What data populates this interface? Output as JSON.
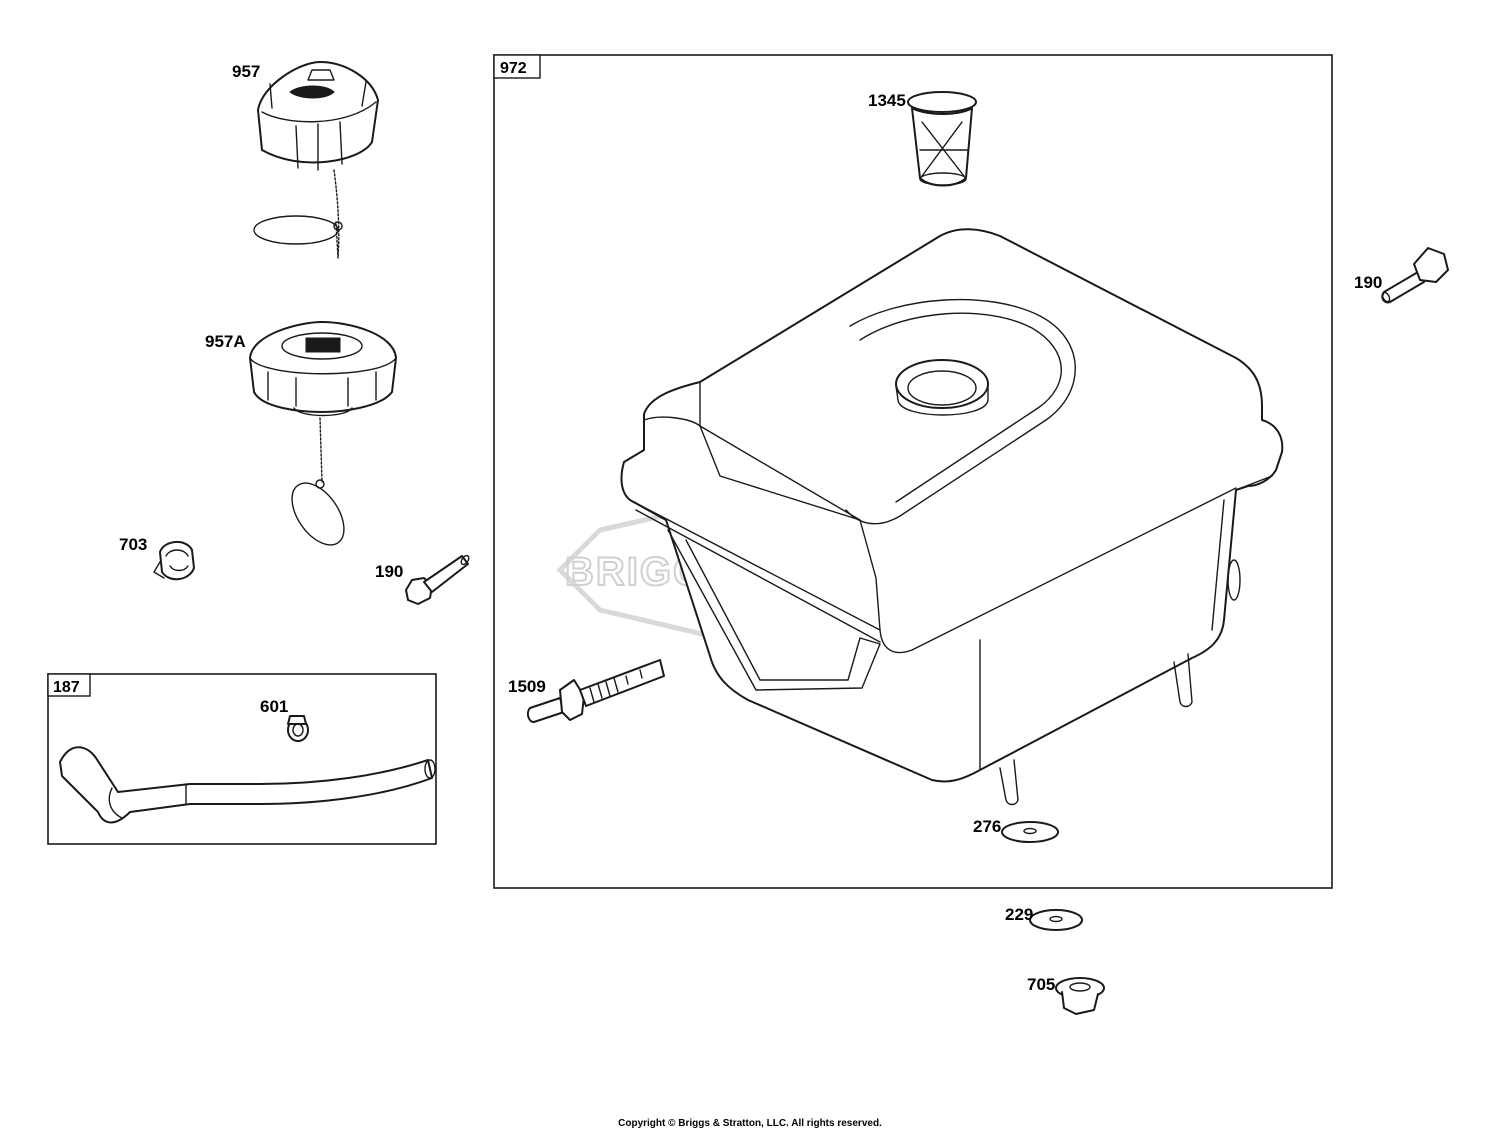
{
  "watermark": {
    "brand_text": "BRIGGS&STRATTON"
  },
  "frames": {
    "tank_group": "972",
    "fuel_line_group": "187"
  },
  "callouts": {
    "cap_957": "957",
    "cap_957a": "957A",
    "clamp_703": "703",
    "screw_190_left": "190",
    "clamp_601": "601",
    "strainer_1345": "1345",
    "screw_190_right": "190",
    "valve_1509": "1509",
    "washer_276": "276",
    "washer_229": "229",
    "nut_705": "705"
  },
  "footer": {
    "copyright": "Copyright © Briggs & Stratton, LLC. All rights reserved."
  }
}
